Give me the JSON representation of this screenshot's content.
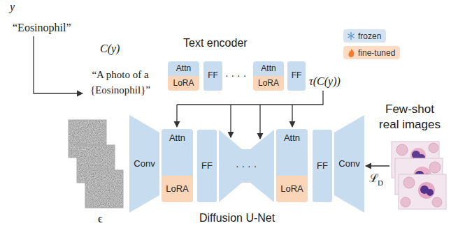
{
  "diagram": {
    "nodes": [
      {
        "text": [
          "Attn",
          "LoRA"
        ]
      },
      {
        "text": [
          "FF"
        ]
      },
      {
        "text": [
          "Attn",
          "LoRA"
        ]
      },
      {
        "text": [
          "FF"
        ]
      },
      {
        "text": [
          "Conv"
        ]
      },
      {
        "text": [
          "Attn",
          "LoRA"
        ]
      },
      {
        "text": [
          "FF"
        ]
      },
      {
        "text": [
          "Attn",
          "LoRA"
        ]
      },
      {
        "text": [
          "FF"
        ]
      },
      {
        "text": [
          "Conv"
        ]
      }
    ],
    "labels": [
      "y",
      "“Eosinophil”",
      "C(y)",
      "“A photo of a {Eosinophil}”",
      "Text encoder",
      "· · · ·",
      "τ(C(y))",
      "Few-shot real images",
      "· · · ·",
      "ℒ",
      "D",
      "ϵ",
      "Diffusion U-Net"
    ],
    "legend": [
      {
        "text": "frozen",
        "color": "#d6e4f2"
      },
      {
        "text": "fine-tuned",
        "color": "#fddcc3"
      }
    ]
  }
}
